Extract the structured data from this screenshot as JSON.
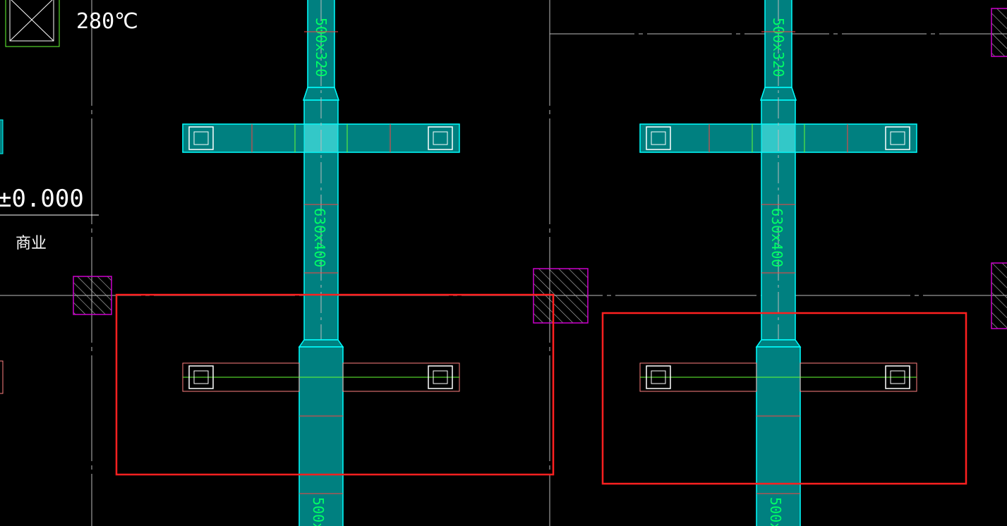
{
  "annotations": {
    "temperature": "280℃",
    "elevation": "±0.000",
    "zone": "商业"
  },
  "ducts": {
    "left": {
      "top_riser_size": "500x320",
      "mid_riser_size": "630x400",
      "bottom_riser_size": "500x"
    },
    "right": {
      "top_riser_size": "500x320",
      "mid_riser_size": "630x400",
      "bottom_riser_size": "500x"
    }
  },
  "colors": {
    "background": "#000000",
    "duct_fill": "#008080",
    "duct_outline": "#00ffff",
    "duct_text": "#00ff66",
    "highlight": "#ff2020",
    "hatch": "#cc00cc",
    "grid_line": "#cccccc",
    "frame_green": "#66ff33"
  }
}
